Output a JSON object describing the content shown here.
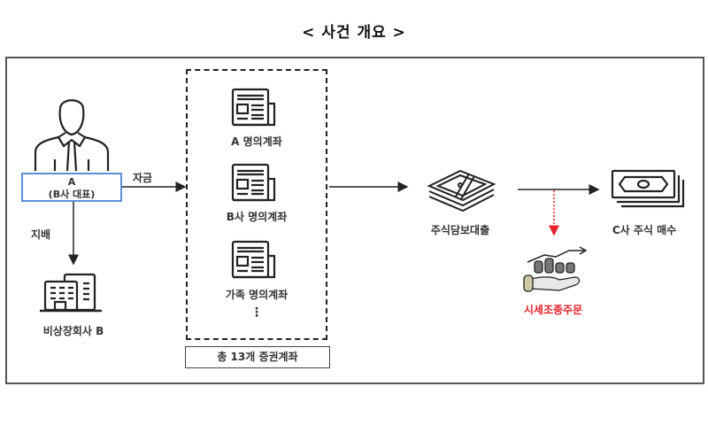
{
  "title": "< 사건 개요 >",
  "nodes": {
    "person": {
      "name": "A",
      "role": "(B사 대표)",
      "icon": "person-icon"
    },
    "company": {
      "label": "비상장회사 B",
      "icon": "building-icon"
    },
    "accounts": [
      {
        "label": "A 명의계좌",
        "icon": "document-icon"
      },
      {
        "label": "B사 명의계좌",
        "icon": "document-icon"
      },
      {
        "label": "가족 명의계좌",
        "icon": "document-icon"
      }
    ],
    "accounts_ellipsis": "⋮",
    "accounts_total": "총 13개 증권계좌",
    "loan": {
      "label": "주식담보대출",
      "icon": "money-stack-icon"
    },
    "purchase": {
      "label": "C사 주식 매수",
      "icon": "banknote-icon"
    },
    "manipulation": {
      "label": "시세조종주문",
      "icon": "hand-chart-icon"
    }
  },
  "edges": {
    "fund_label": "자금",
    "control_label": "지배"
  },
  "colors": {
    "person_box_border": "#5b8fd6",
    "manipulation_text": "#e8222a",
    "dotted_arrow": "#e8222a"
  }
}
